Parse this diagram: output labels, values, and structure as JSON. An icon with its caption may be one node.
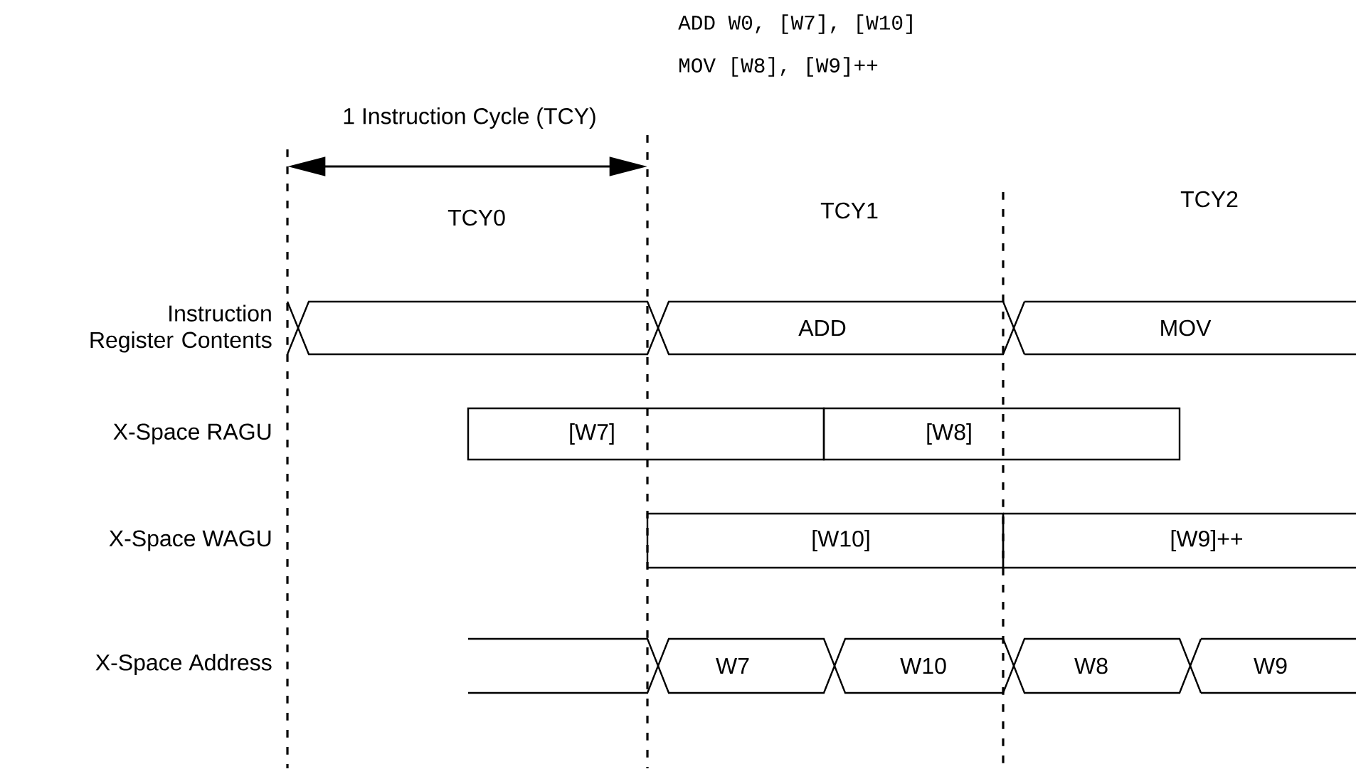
{
  "diagram": {
    "nodes": [
      {
        "text": [],
        "shape": "box"
      },
      {
        "text": [
          "ADD"
        ]
      },
      {
        "text": [
          "MOV"
        ]
      },
      {
        "text": [
          "[W7]"
        ]
      },
      {
        "text": [
          "[W8]"
        ]
      },
      {
        "text": [
          "[W10]"
        ]
      },
      {
        "text": [
          "[W9]++"
        ]
      },
      {
        "text": [],
        "shape": "box"
      },
      {
        "text": [
          "W7"
        ]
      },
      {
        "text": [
          "W10"
        ]
      },
      {
        "text": [
          "W8"
        ]
      },
      {
        "text": [
          "W9"
        ]
      }
    ],
    "labels": [
      "ADD W0, [W7], [W10]",
      "MOV [W8], [W9]++",
      "1 Instruction Cycle (TCY)",
      "TCY0",
      "TCY1",
      "TCY2",
      "Instruction Register Contents",
      "X-Space RAGU",
      "X-Space WAGU",
      "X-Space Address"
    ]
  }
}
